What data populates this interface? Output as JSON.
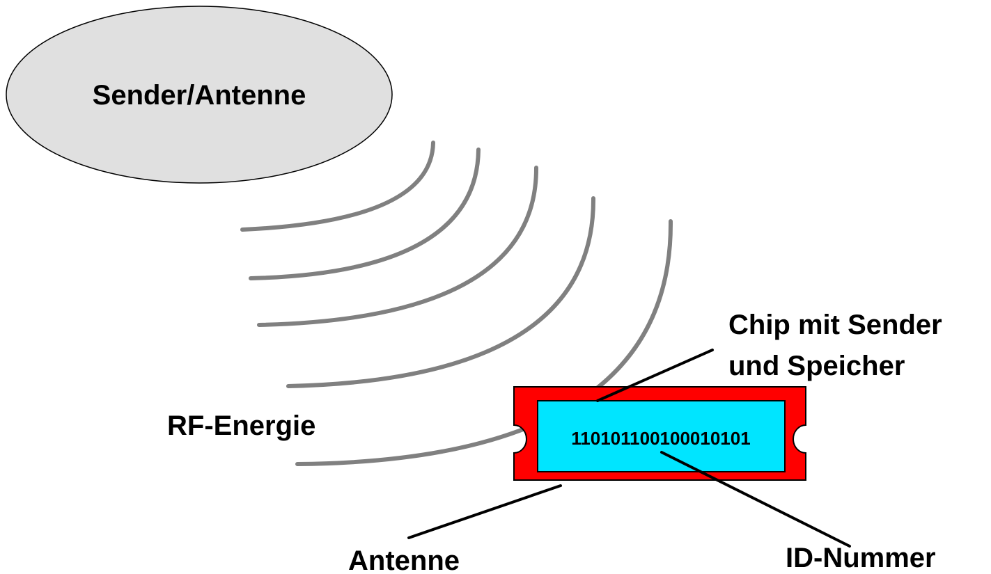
{
  "diagram": {
    "reader_label": "Sender/Antenne",
    "energy_label": "RF-Energie",
    "chip_label_line1": "Chip mit Sender",
    "chip_label_line2": "und Speicher",
    "id_bits": "1101011001000101​01",
    "antenna_label": "Antenne",
    "id_label": "ID-Nummer"
  },
  "colors": {
    "reader_fill": "#e0e0e0",
    "wave_stroke": "#808080",
    "tag_body": "#ff0000",
    "chip_fill": "#00e5ff",
    "line": "#000000"
  }
}
